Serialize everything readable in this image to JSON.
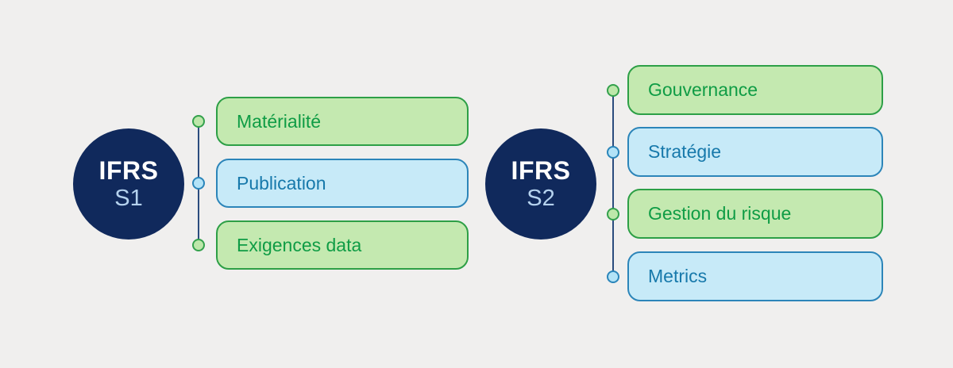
{
  "diagram": {
    "groups": [
      {
        "id": "ifrs-s1",
        "circle": {
          "line1": "IFRS",
          "line2": "S1"
        },
        "items": [
          {
            "label": "Matérialité",
            "type": "green"
          },
          {
            "label": "Publication",
            "type": "blue"
          },
          {
            "label": "Exigences data",
            "type": "green"
          }
        ]
      },
      {
        "id": "ifrs-s2",
        "circle": {
          "line1": "IFRS",
          "line2": "S2"
        },
        "items": [
          {
            "label": "Gouvernance",
            "type": "green"
          },
          {
            "label": "Stratégie",
            "type": "blue"
          },
          {
            "label": "Gestion du risque",
            "type": "green"
          },
          {
            "label": "Metrics",
            "type": "blue"
          }
        ]
      }
    ]
  },
  "colors": {
    "bg": "#f0efee",
    "circle_fill": "#10295c",
    "circle_text_primary": "#ffffff",
    "circle_text_secondary": "#b5d2ee",
    "line_color": "#2b4c7e",
    "green_fill": "#c4e9b0",
    "green_stroke": "#2d9f46",
    "green_text": "#0f9c45",
    "blue_fill": "#c7eaf8",
    "blue_stroke": "#2c85b9",
    "blue_text": "#1779ab",
    "dot_green_fill": "#bde7aa",
    "dot_green_stroke": "#33a14c",
    "dot_blue_fill": "#b3e3f7",
    "dot_blue_stroke": "#2a85ba"
  }
}
